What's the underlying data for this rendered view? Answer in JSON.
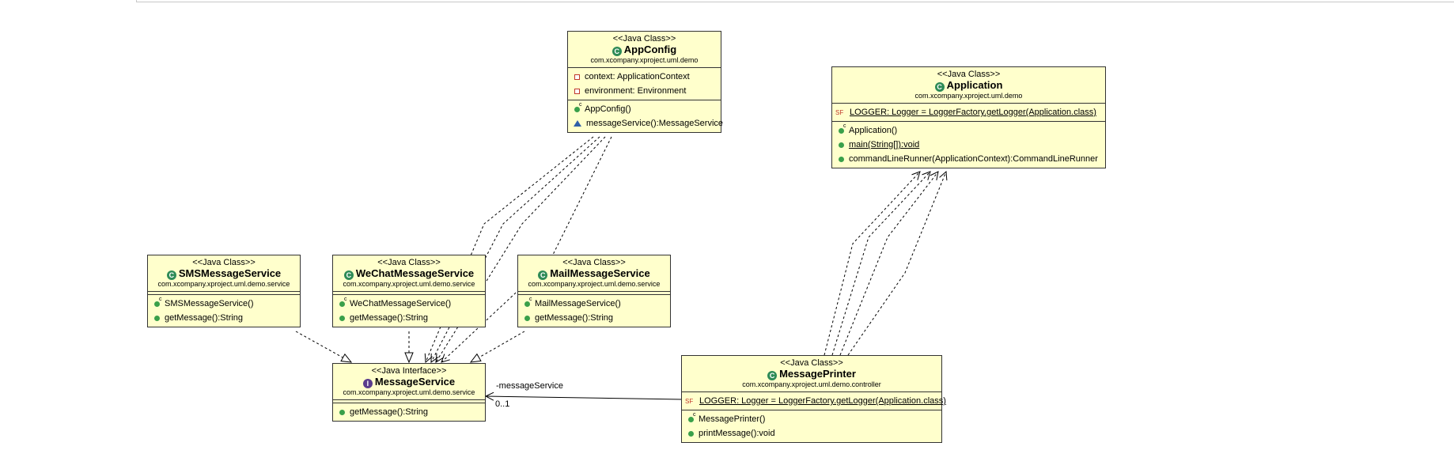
{
  "classes": {
    "appconfig": {
      "stereotype": "<<Java Class>>",
      "name": "AppConfig",
      "package": "com.xcompany.xproject.uml.demo",
      "fields": [
        "context: ApplicationContext",
        "environment: Environment"
      ],
      "methods": [
        "AppConfig()",
        "messageService():MessageService"
      ]
    },
    "application": {
      "stereotype": "<<Java Class>>",
      "name": "Application",
      "package": "com.xcompany.xproject.uml.demo",
      "fields": [
        "LOGGER: Logger = LoggerFactory.getLogger(Application.class)"
      ],
      "methods": [
        "Application()",
        "main(String[]):void",
        "commandLineRunner(ApplicationContext):CommandLineRunner"
      ]
    },
    "sms": {
      "stereotype": "<<Java Class>>",
      "name": "SMSMessageService",
      "package": "com.xcompany.xproject.uml.demo.service",
      "methods": [
        "SMSMessageService()",
        "getMessage():String"
      ]
    },
    "wechat": {
      "stereotype": "<<Java Class>>",
      "name": "WeChatMessageService",
      "package": "com.xcompany.xproject.uml.demo.service",
      "methods": [
        "WeChatMessageService()",
        "getMessage():String"
      ]
    },
    "mail": {
      "stereotype": "<<Java Class>>",
      "name": "MailMessageService",
      "package": "com.xcompany.xproject.uml.demo.service",
      "methods": [
        "MailMessageService()",
        "getMessage():String"
      ]
    },
    "messageservice": {
      "stereotype": "<<Java Interface>>",
      "name": "MessageService",
      "package": "com.xcompany.xproject.uml.demo.service",
      "methods": [
        "getMessage():String"
      ]
    },
    "printer": {
      "stereotype": "<<Java Class>>",
      "name": "MessagePrinter",
      "package": "com.xcompany.xproject.uml.demo.controller",
      "fields": [
        "LOGGER: Logger = LoggerFactory.getLogger(Application.class)"
      ],
      "methods": [
        "MessagePrinter()",
        "printMessage():void"
      ]
    }
  },
  "association": {
    "role": "-messageService",
    "multiplicity": "0..1"
  },
  "icons": {
    "class": "class-icon",
    "interface": "interface-icon",
    "public": "public-method-icon",
    "private": "private-field-icon",
    "package": "package-method-icon",
    "constructor": "constructor-icon",
    "static_final": "static-final-icon"
  },
  "colors": {
    "box_fill": "#ffffcc",
    "border": "#333333",
    "class_icon": "#2e8b57",
    "interface_icon": "#5a3c8c"
  }
}
